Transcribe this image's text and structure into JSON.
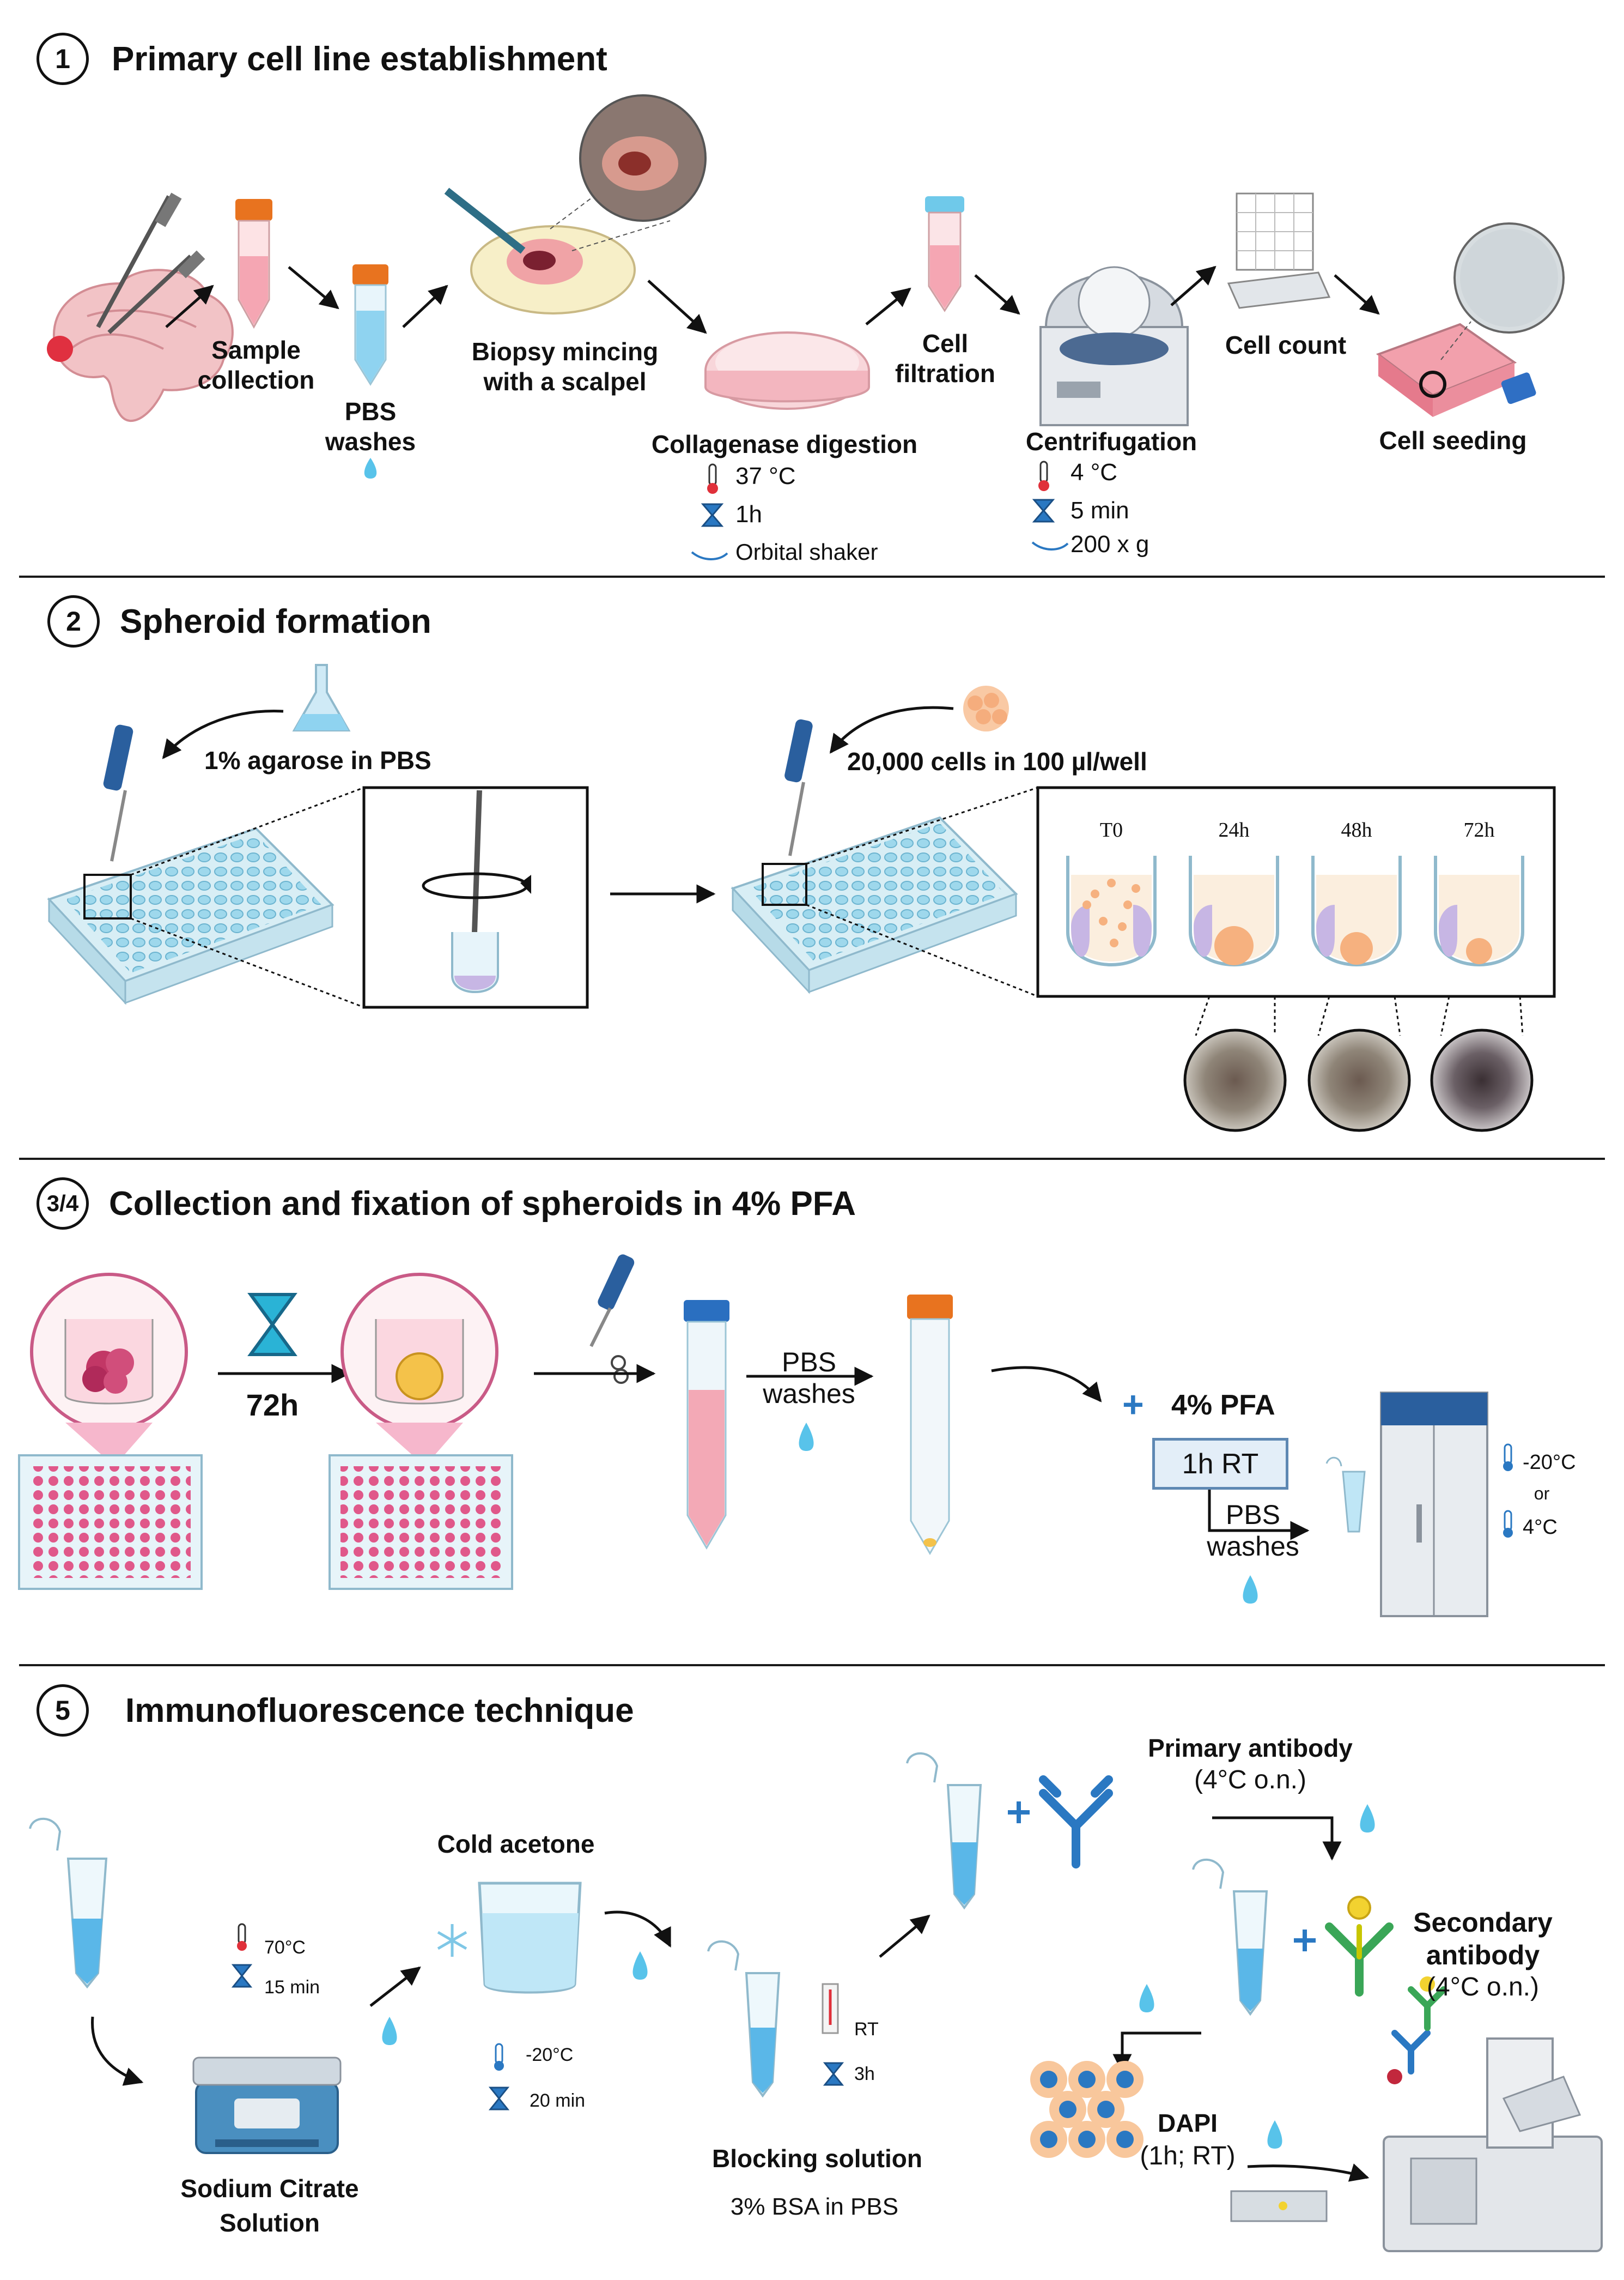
{
  "sections": [
    {
      "number": "1",
      "title": "Primary cell line establishment"
    },
    {
      "number": "2",
      "title": "Spheroid formation"
    },
    {
      "number": "3/4",
      "title": "Collection and fixation of spheroids in 4% PFA"
    },
    {
      "number": "5",
      "title": "Immunofluorescence technique"
    }
  ],
  "s1": {
    "sample_collection": [
      "Sample",
      "collection"
    ],
    "pbs_washes": [
      "PBS",
      "washes"
    ],
    "biopsy_mincing": [
      "Biopsy mincing",
      "with a scalpel"
    ],
    "collagenase": "Collagenase digestion",
    "collagenase_temp": "37 °C",
    "collagenase_time": "1h",
    "collagenase_shaker": "Orbital shaker",
    "cell_filtration": [
      "Cell",
      "filtration"
    ],
    "centrifugation": "Centrifugation",
    "centrifugation_temp": "4 °C",
    "centrifugation_time": "5 min",
    "centrifugation_speed": "200 x g",
    "cell_count": "Cell count",
    "cell_seeding": "Cell seeding"
  },
  "s2": {
    "agarose": "1% agarose in PBS",
    "cells": "20,000 cells in 100  µl/well",
    "timepoints": [
      "T0",
      "24h",
      "48h",
      "72h"
    ]
  },
  "s3": {
    "time": "72h",
    "pbs_washes": [
      "PBS",
      "washes"
    ],
    "plus_pfa": "4% PFA",
    "rt_box": "1h RT",
    "pbs_washes_2": [
      "PBS",
      "washes"
    ],
    "storage_cold": "-20°C",
    "storage_or": "or",
    "storage_warm": "4°C"
  },
  "s5": {
    "sodium_citrate": [
      "Sodium Citrate",
      "Solution"
    ],
    "citrate_temp": "70°C",
    "citrate_time": "15 min",
    "cold_acetone": "Cold acetone",
    "acetone_temp": "-20°C",
    "acetone_time": "20 min",
    "blocking": "Blocking solution",
    "blocking_detail": "3% BSA in PBS",
    "blocking_temp": "RT",
    "blocking_time": "3h",
    "primary": [
      "Primary antibody",
      "(4°C o.n.)"
    ],
    "secondary": [
      "Secondary",
      "antibody",
      "(4°C o.n.)"
    ],
    "dapi": [
      "DAPI",
      "(1h; RT)"
    ]
  },
  "colors": {
    "tube_cap": "#e8731f",
    "pink_medium": "#f5a6b3",
    "blue_liquid": "#8fd3f0",
    "plate": "#bfe6f2",
    "antibody": "#2a78c2",
    "secondary_antibody": "#3aa657",
    "divider": "#1a1a1a"
  }
}
